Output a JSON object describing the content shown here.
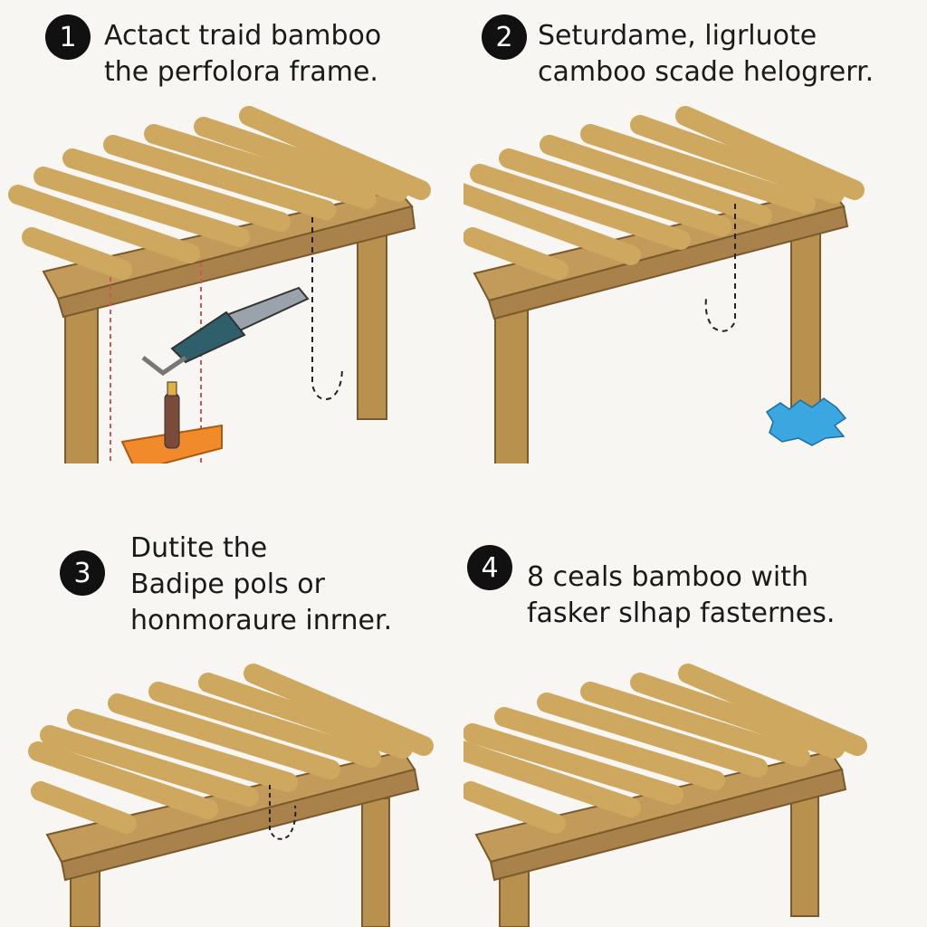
{
  "steps": [
    {
      "number": "1",
      "lines": [
        "Actact traid bamboo",
        "the perfolora frame."
      ]
    },
    {
      "number": "2",
      "lines": [
        "Seturdame, ligrluote",
        "camboo scade helogrerr."
      ]
    },
    {
      "number": "3",
      "lines": [
        "Dutite the",
        "Badipe pols or",
        "honmoraure inrner."
      ]
    },
    {
      "number": "4",
      "lines": [
        "8 ceals bamboo with",
        "fasker slhap fasternes."
      ]
    }
  ],
  "colors": {
    "bamboo": "#cfa860",
    "bamboo_dark": "#8a6a35",
    "beam": "#c29a5a",
    "post": "#b8914f",
    "tool_handle": "#2f5f6b",
    "tool_metal": "#9aa3ab",
    "tray": "#f08a2a",
    "water": "#3aa7e0",
    "guide_red": "#d9534f",
    "guide_black": "#222222"
  },
  "icons": {
    "tool": "heat-gun-icon",
    "tray": "tray-icon",
    "water": "water-splash-icon"
  }
}
